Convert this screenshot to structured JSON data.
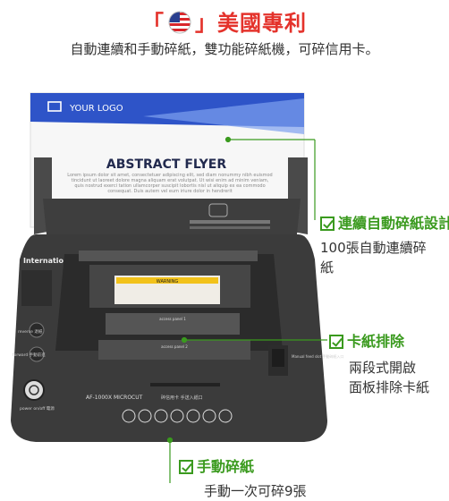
{
  "header": {
    "title_open": "「",
    "title_text": "美國專利",
    "title_close": "」",
    "subtitle": "自動連續和手動碎紙，雙功能碎紙機，可碎信用卡。"
  },
  "flyer": {
    "logo_text": "YOUR LOGO",
    "heading": "ABSTRACT FLYER",
    "body": "Lorem ipsum dolor sit amet, consectetuer adipiscing elit, sed diam nonummy nibh euismod tincidunt ut laoreet dolore magna aliquam erat volutpat. Ut wisi enim ad minim veniam, quis nostrud exerci tation ullamcorper suscipit lobortis nisl ut aliquip ex ea commodo consequat. Duis autem vel eum iriure dolor in hendrerit"
  },
  "device": {
    "brand": "International",
    "model": "AF-1000X MICROCUT",
    "reverse_label": "reverse\n退紙",
    "forward_label": "forward\n手動前進",
    "power_label": "power on/off\n電源",
    "manual_feed_label": "Manual feed slot\n手動碎紙入口",
    "card_label": "碎信用卡 手送入紙口",
    "panel1_label": "access panel 1",
    "panel2_label": "access panel 2",
    "warning_label": "WARNING"
  },
  "callouts": [
    {
      "title": "連續自動碎紙設計",
      "desc_lines": [
        "100張自動連續碎",
        "紙"
      ]
    },
    {
      "title": "卡紙排除",
      "desc_lines": [
        "兩段式開啟",
        "面板排除卡紙"
      ]
    },
    {
      "title": "手動碎紙",
      "desc_lines": [
        "手動一次可碎9張"
      ]
    }
  ],
  "colors": {
    "accent_red": "#e4322b",
    "accent_green": "#3a9a1e",
    "flyer_blue": "#2e54c8"
  }
}
